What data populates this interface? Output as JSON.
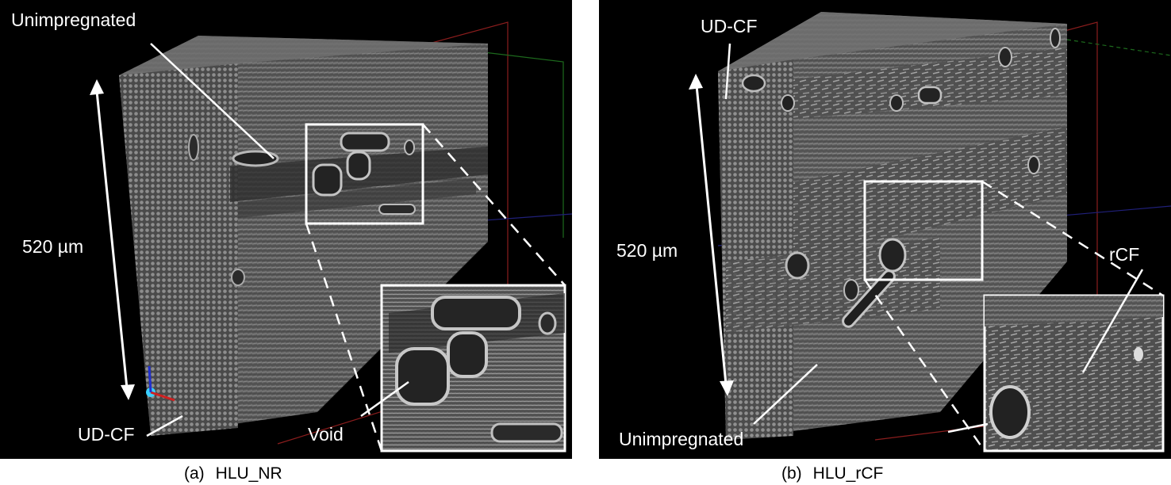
{
  "panels": [
    {
      "caption_tag": "(a)",
      "caption_name": "HLU_NR",
      "labels": {
        "top": "Unimpregnated",
        "scale": "520 µm",
        "bottom": "UD-CF",
        "inset": "Void"
      }
    },
    {
      "caption_tag": "(b)",
      "caption_name": "HLU_rCF",
      "labels": {
        "top": "UD-CF",
        "scale": "520 µm",
        "bottom": "Unimpregnated",
        "inset": "rCF"
      }
    }
  ]
}
